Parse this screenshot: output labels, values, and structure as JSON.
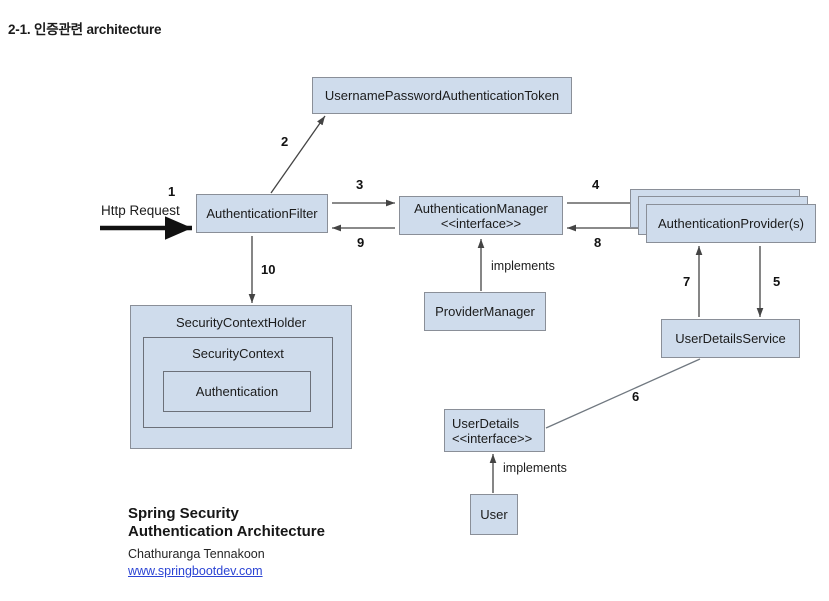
{
  "page": {
    "title": "2-1. 인증관련 architecture"
  },
  "diagram": {
    "nodes": {
      "token": "UsernamePasswordAuthenticationToken",
      "auth_filter": "AuthenticationFilter",
      "auth_manager_name": "AuthenticationManager",
      "auth_manager_stereotype": "<<interface>>",
      "auth_providers": "AuthenticationProvider(s)",
      "provider_manager": "ProviderManager",
      "user_details_service": "UserDetailsService",
      "security_context_holder": "SecurityContextHolder",
      "security_context": "SecurityContext",
      "authentication": "Authentication",
      "user_details_name": "UserDetails",
      "user_details_stereotype": "<<interface>>",
      "user": "User"
    },
    "edge_labels": {
      "n1": "1",
      "n2": "2",
      "n3": "3",
      "n4": "4",
      "n5": "5",
      "n6": "6",
      "n7": "7",
      "n8": "8",
      "n9": "9",
      "n10": "10",
      "http_request": "Http Request",
      "implements_manager": "implements",
      "implements_user": "implements"
    },
    "colors": {
      "node_fill": "#cfdcec",
      "node_border": "#8a8f98",
      "arrow": "#333333",
      "link": "#2b44d4"
    }
  },
  "caption": {
    "title_line1": "Spring Security",
    "title_line2": "Authentication Architecture",
    "author": "Chathuranga Tennakoon",
    "website": "www.springbootdev.com"
  }
}
